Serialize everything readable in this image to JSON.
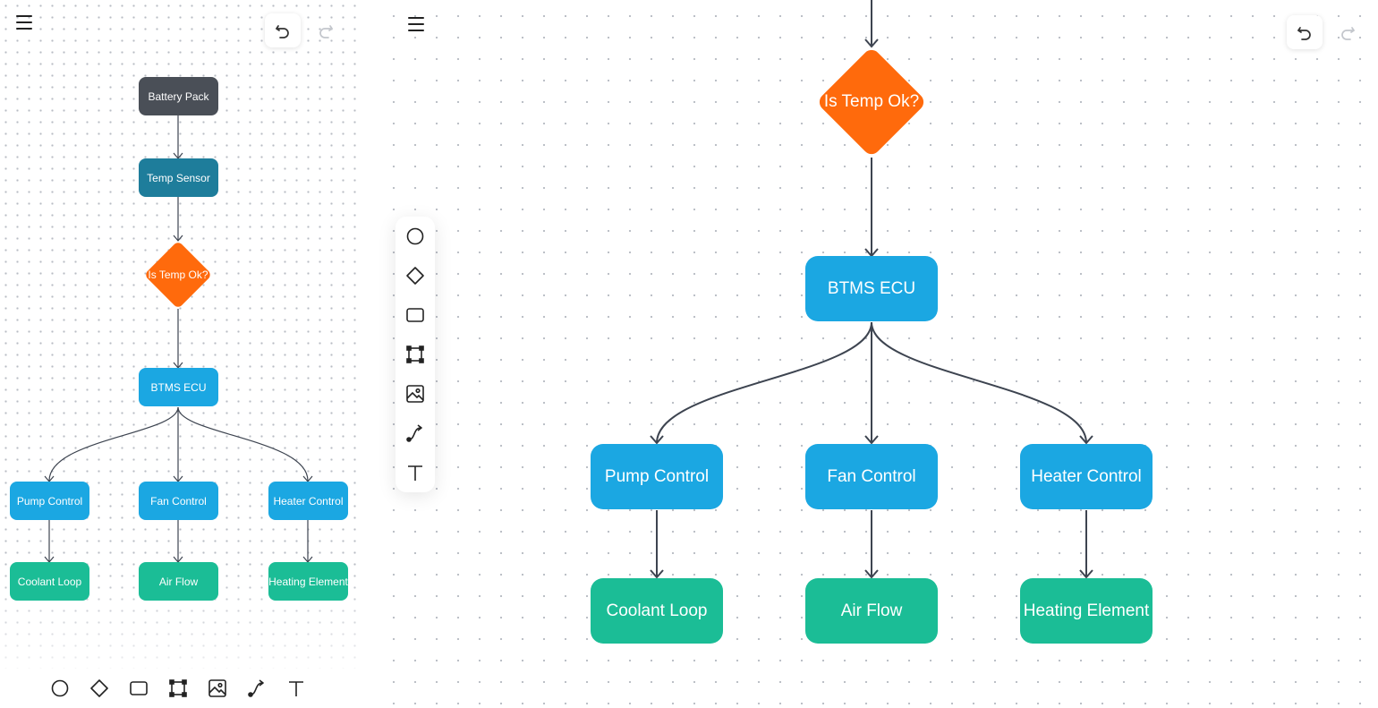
{
  "colors": {
    "battery": "#4a4f57",
    "sensor": "#1e7d9b",
    "decision": "#ff6a0c",
    "control": "#1ba7e2",
    "output": "#1bbd96",
    "edge": "#3d4450",
    "dot": "#b8bcc4"
  },
  "icons": {
    "menu": "hamburger-menu-icon",
    "undo": "undo-icon",
    "redo": "redo-icon",
    "tools": [
      "circle-icon",
      "diamond-icon",
      "rectangle-icon",
      "frame-icon",
      "image-icon",
      "connector-icon",
      "text-icon"
    ]
  },
  "diagram": {
    "battery": "Battery Pack",
    "sensor": "Temp Sensor",
    "decision": "Is Temp Ok?",
    "ecu": "BTMS ECU",
    "pump": "Pump Control",
    "fan": "Fan Control",
    "heater": "Heater Control",
    "coolant": "Coolant Loop",
    "airflow": "Air Flow",
    "heating": "Heating Element"
  }
}
